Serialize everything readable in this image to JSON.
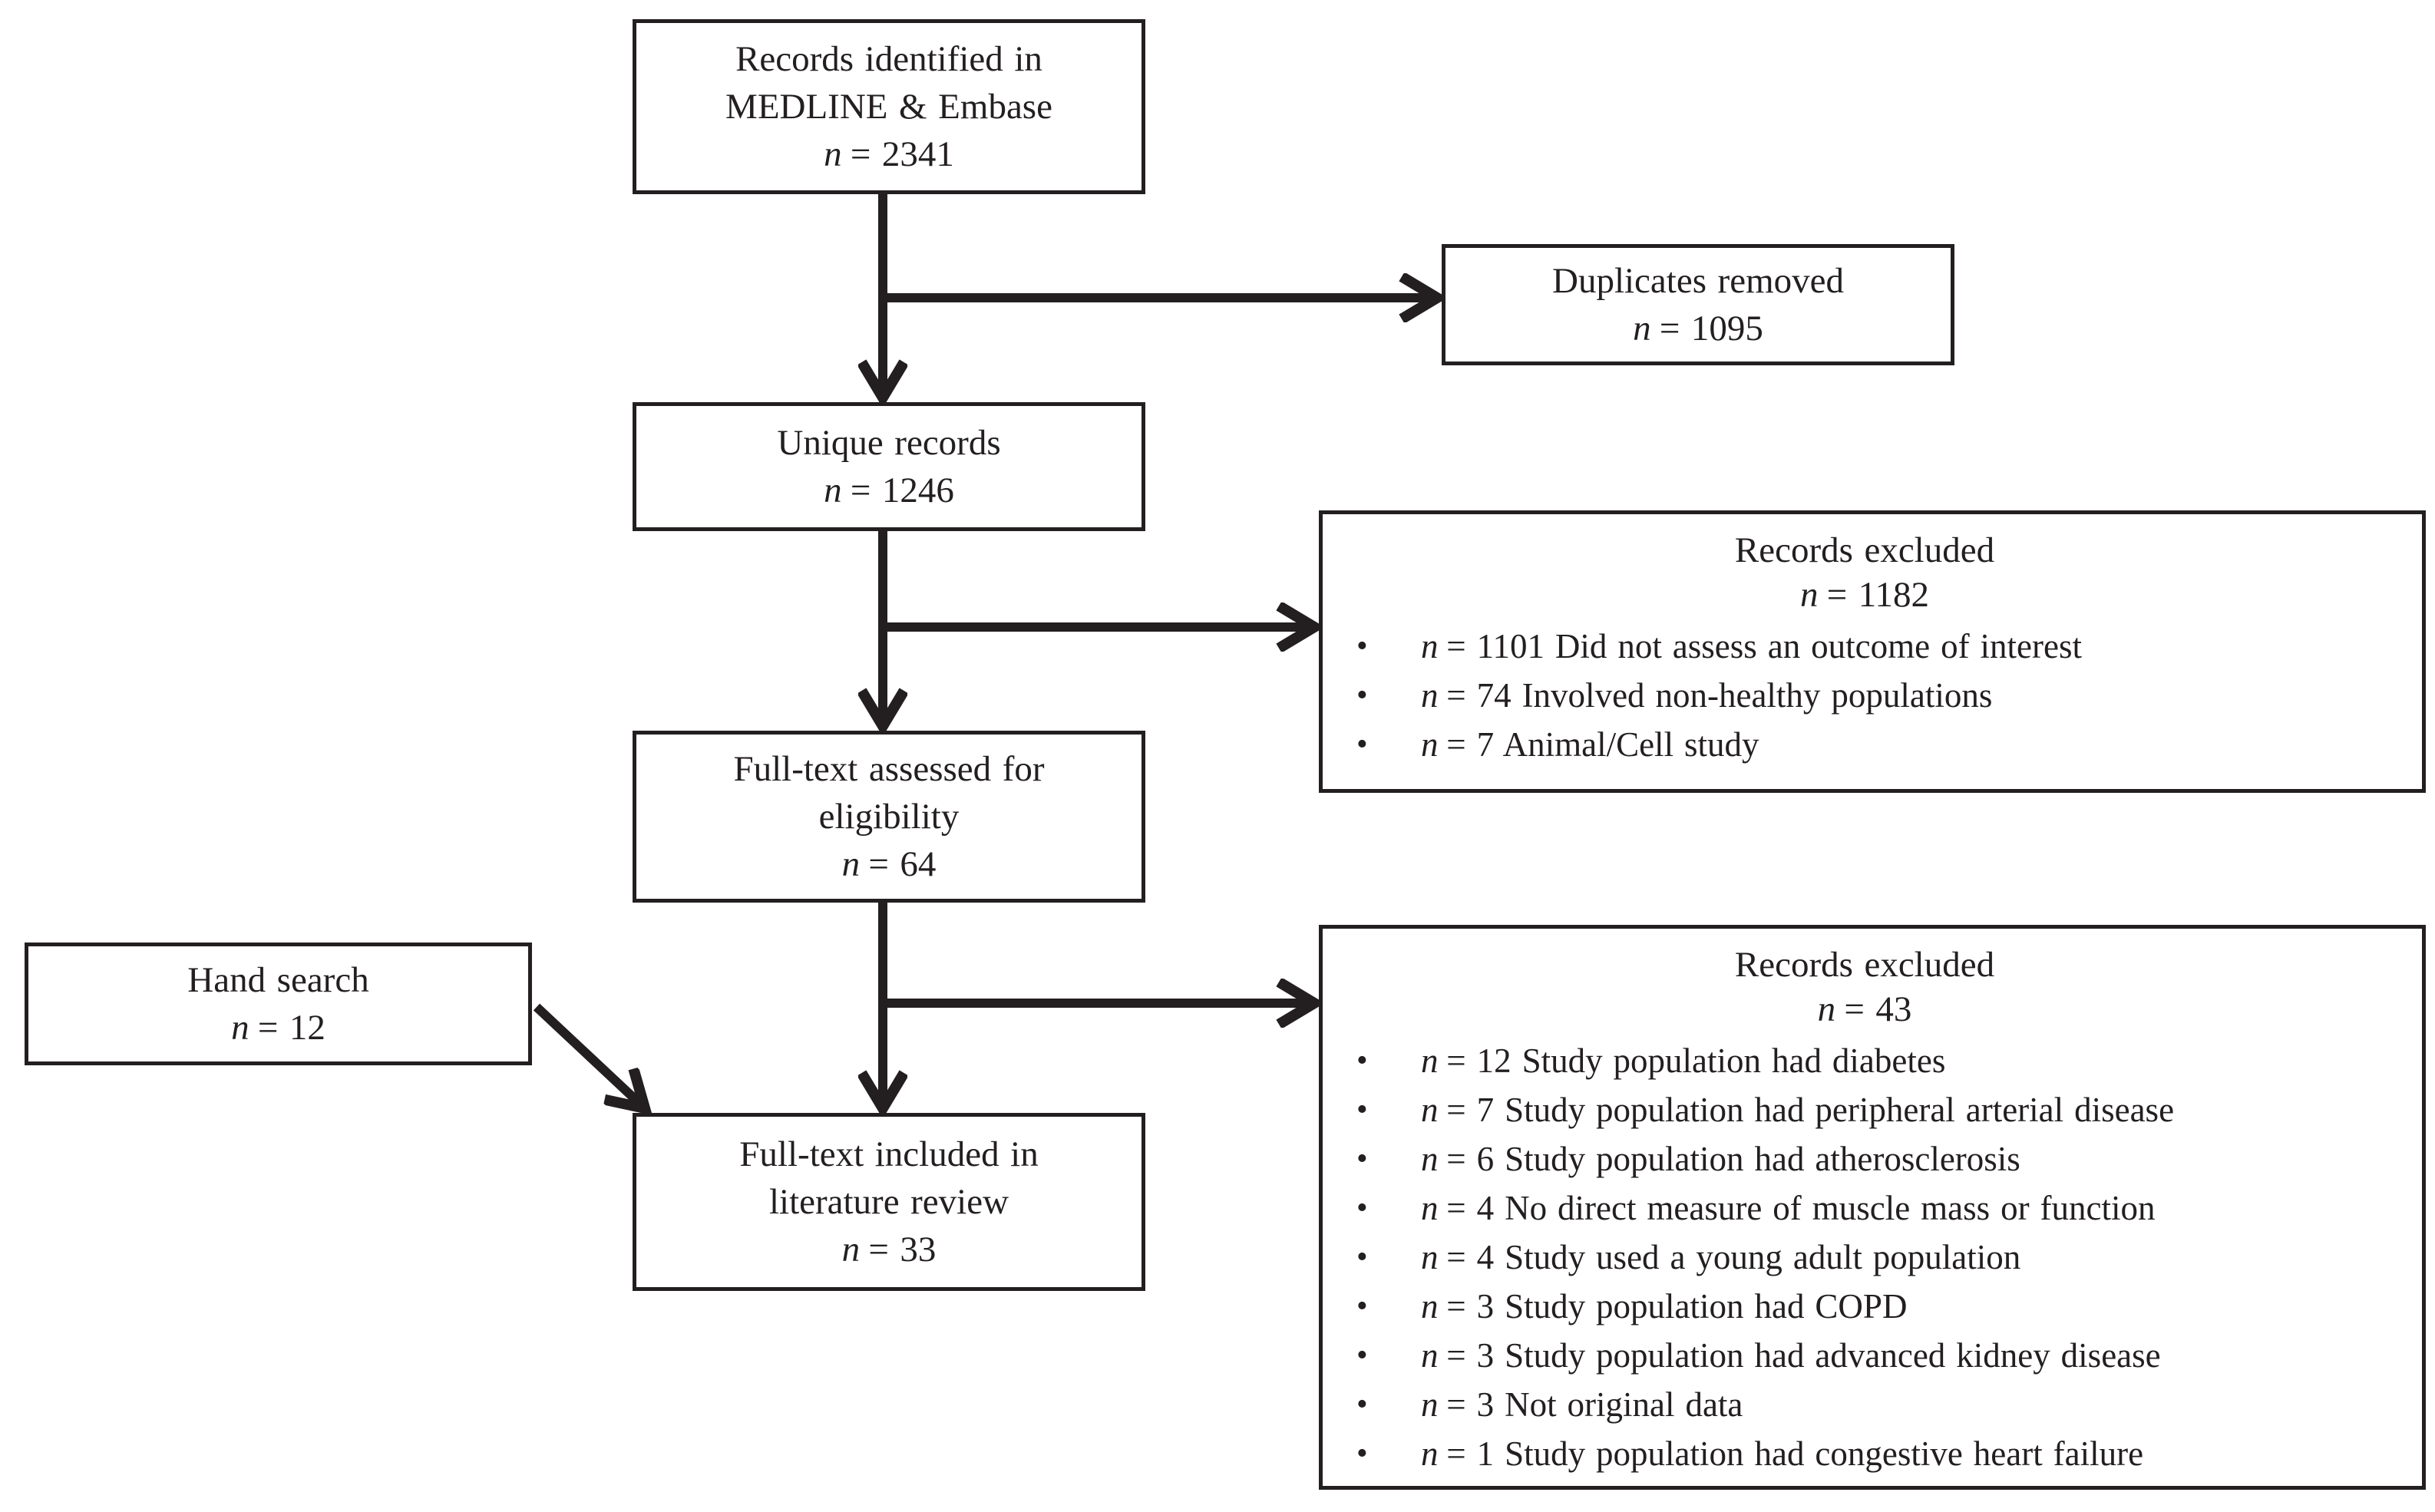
{
  "page": {
    "background": "#ffffff",
    "ink_color": "#231f20"
  },
  "flowchart": {
    "boxes": {
      "identified": {
        "lines": [
          "Records identified in",
          "MEDLINE & Embase"
        ],
        "n_var": "n",
        "n_rest": "= 2341"
      },
      "duplicates": {
        "lines": [
          "Duplicates removed"
        ],
        "n_var": "n",
        "n_rest": "= 1095"
      },
      "unique": {
        "lines": [
          "Unique records"
        ],
        "n_var": "n",
        "n_rest": "= 1246"
      },
      "excluded_screening": {
        "title": "Records excluded",
        "n_var": "n",
        "n_rest": "= 1182",
        "reasons": [
          {
            "n_var": "n",
            "text": "= 1101 Did not assess an outcome of interest"
          },
          {
            "n_var": "n",
            "text": "= 74 Involved non-healthy populations"
          },
          {
            "n_var": "n",
            "text": "= 7 Animal/Cell study"
          }
        ]
      },
      "fulltext_assessed": {
        "lines": [
          "Full-text assessed for",
          "eligibility"
        ],
        "n_var": "n",
        "n_rest": "= 64"
      },
      "hand_search": {
        "lines": [
          "Hand search"
        ],
        "n_var": "n",
        "n_rest": "= 12"
      },
      "excluded_fulltext": {
        "title": "Records excluded",
        "n_var": "n",
        "n_rest": "= 43",
        "reasons": [
          {
            "n_var": "n",
            "text": "= 12 Study population had diabetes"
          },
          {
            "n_var": "n",
            "text": "= 7 Study population had peripheral arterial disease"
          },
          {
            "n_var": "n",
            "text": "= 6 Study population had atherosclerosis"
          },
          {
            "n_var": "n",
            "text": "= 4 No direct measure of muscle mass or function"
          },
          {
            "n_var": "n",
            "text": "= 4 Study used a young adult population"
          },
          {
            "n_var": "n",
            "text": "= 3 Study population had COPD"
          },
          {
            "n_var": "n",
            "text": "= 3 Study population had advanced kidney disease"
          },
          {
            "n_var": "n",
            "text": "= 3 Not original data"
          },
          {
            "n_var": "n",
            "text": "= 1 Study population had congestive heart failure"
          }
        ]
      },
      "included": {
        "lines": [
          "Full-text included in",
          "literature review"
        ],
        "n_var": "n",
        "n_rest": "= 33"
      }
    }
  }
}
